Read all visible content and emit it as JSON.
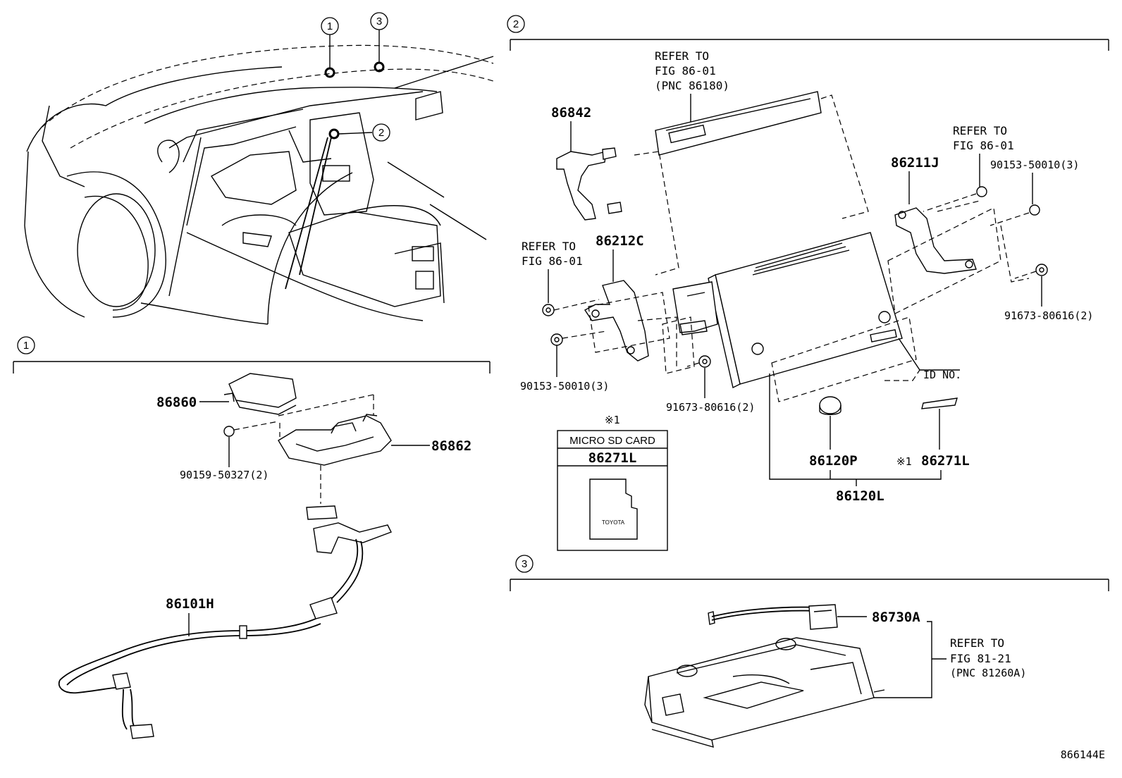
{
  "callouts": {
    "c1": "1",
    "c2": "2",
    "c3": "3"
  },
  "labels": {
    "p86842": "86842",
    "p86212C": "86212C",
    "p86211J": "86211J",
    "p90153_a": "90153-50010(3)",
    "p90153_b": "90153-50010(3)",
    "p91673_a": "91673-80616(2)",
    "p91673_b": "91673-80616(2)",
    "p86120P": "86120P",
    "p86120L": "86120L",
    "p86271L_b": "86271L",
    "asterisk_b": "※1",
    "id_no": "ID NO.",
    "p86860": "86860",
    "p86862": "86862",
    "p90159": "90159-50327(2)",
    "p86101H": "86101H",
    "p86730A": "86730A",
    "diagram_id": "866144E"
  },
  "refers": {
    "top": [
      "REFER TO",
      "FIG 86-01",
      "(PNC 86180)"
    ],
    "right": [
      "REFER TO",
      "FIG 86-01"
    ],
    "left": [
      "REFER TO",
      "FIG 86-01"
    ],
    "roof": [
      "REFER TO",
      "FIG 81-21",
      "(PNC 81260A)"
    ]
  },
  "sdcard": {
    "asterisk": "※1",
    "title": "MICRO SD CARD",
    "part": "86271L",
    "brand": "TOYOTA"
  }
}
